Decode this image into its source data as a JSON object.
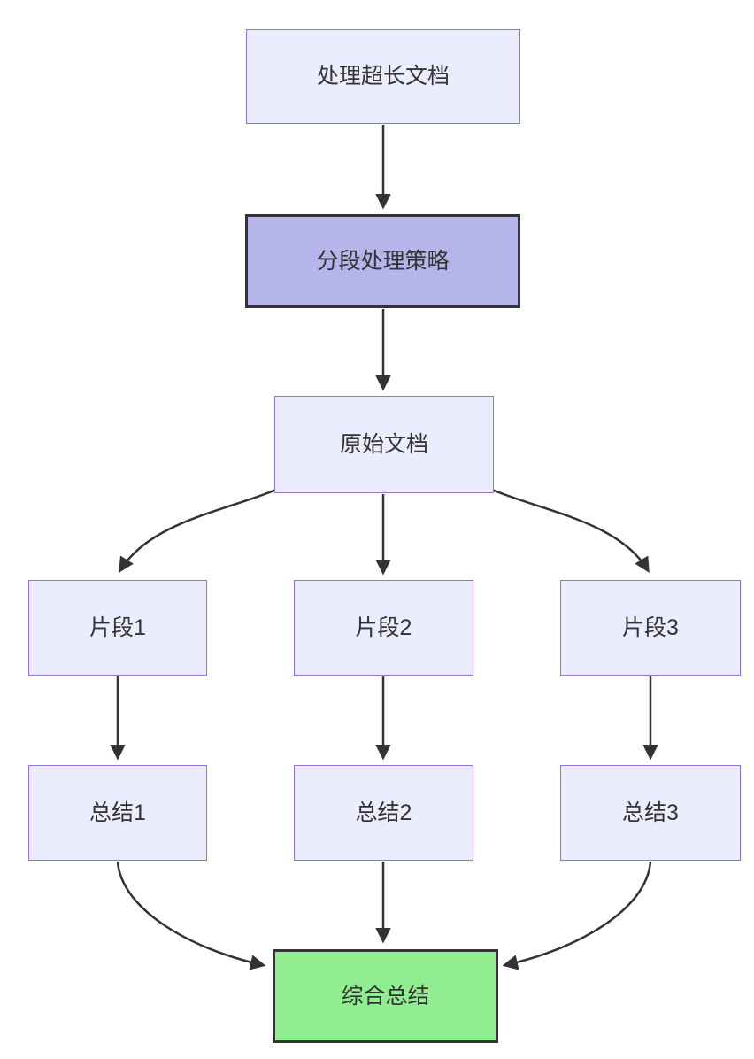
{
  "diagram": {
    "type": "flowchart",
    "direction": "top-down",
    "nodes": [
      {
        "id": "A",
        "label": "处理超长文档",
        "style": "default"
      },
      {
        "id": "B",
        "label": "分段处理策略",
        "style": "highlight"
      },
      {
        "id": "C",
        "label": "原始文档",
        "style": "default"
      },
      {
        "id": "D1",
        "label": "片段1",
        "style": "default"
      },
      {
        "id": "D2",
        "label": "片段2",
        "style": "default"
      },
      {
        "id": "D3",
        "label": "片段3",
        "style": "default"
      },
      {
        "id": "E1",
        "label": "总结1",
        "style": "default"
      },
      {
        "id": "E2",
        "label": "总结2",
        "style": "default"
      },
      {
        "id": "E3",
        "label": "总结3",
        "style": "default"
      },
      {
        "id": "F",
        "label": "综合总结",
        "style": "success"
      }
    ],
    "edges": [
      {
        "from": "A",
        "to": "B"
      },
      {
        "from": "B",
        "to": "C"
      },
      {
        "from": "C",
        "to": "D1"
      },
      {
        "from": "C",
        "to": "D2"
      },
      {
        "from": "C",
        "to": "D3"
      },
      {
        "from": "D1",
        "to": "E1"
      },
      {
        "from": "D2",
        "to": "E2"
      },
      {
        "from": "D3",
        "to": "E3"
      },
      {
        "from": "E1",
        "to": "F"
      },
      {
        "from": "E2",
        "to": "F"
      },
      {
        "from": "E3",
        "to": "F"
      }
    ]
  },
  "colors": {
    "node_fill": "#ECECFF",
    "node_border": "#9370DB",
    "highlight_fill": "#B5B5EB",
    "success_fill": "#90EE90",
    "strong_border": "#333333",
    "edge_color": "#333333",
    "text_color": "#333333",
    "background": "#FFFFFF"
  }
}
